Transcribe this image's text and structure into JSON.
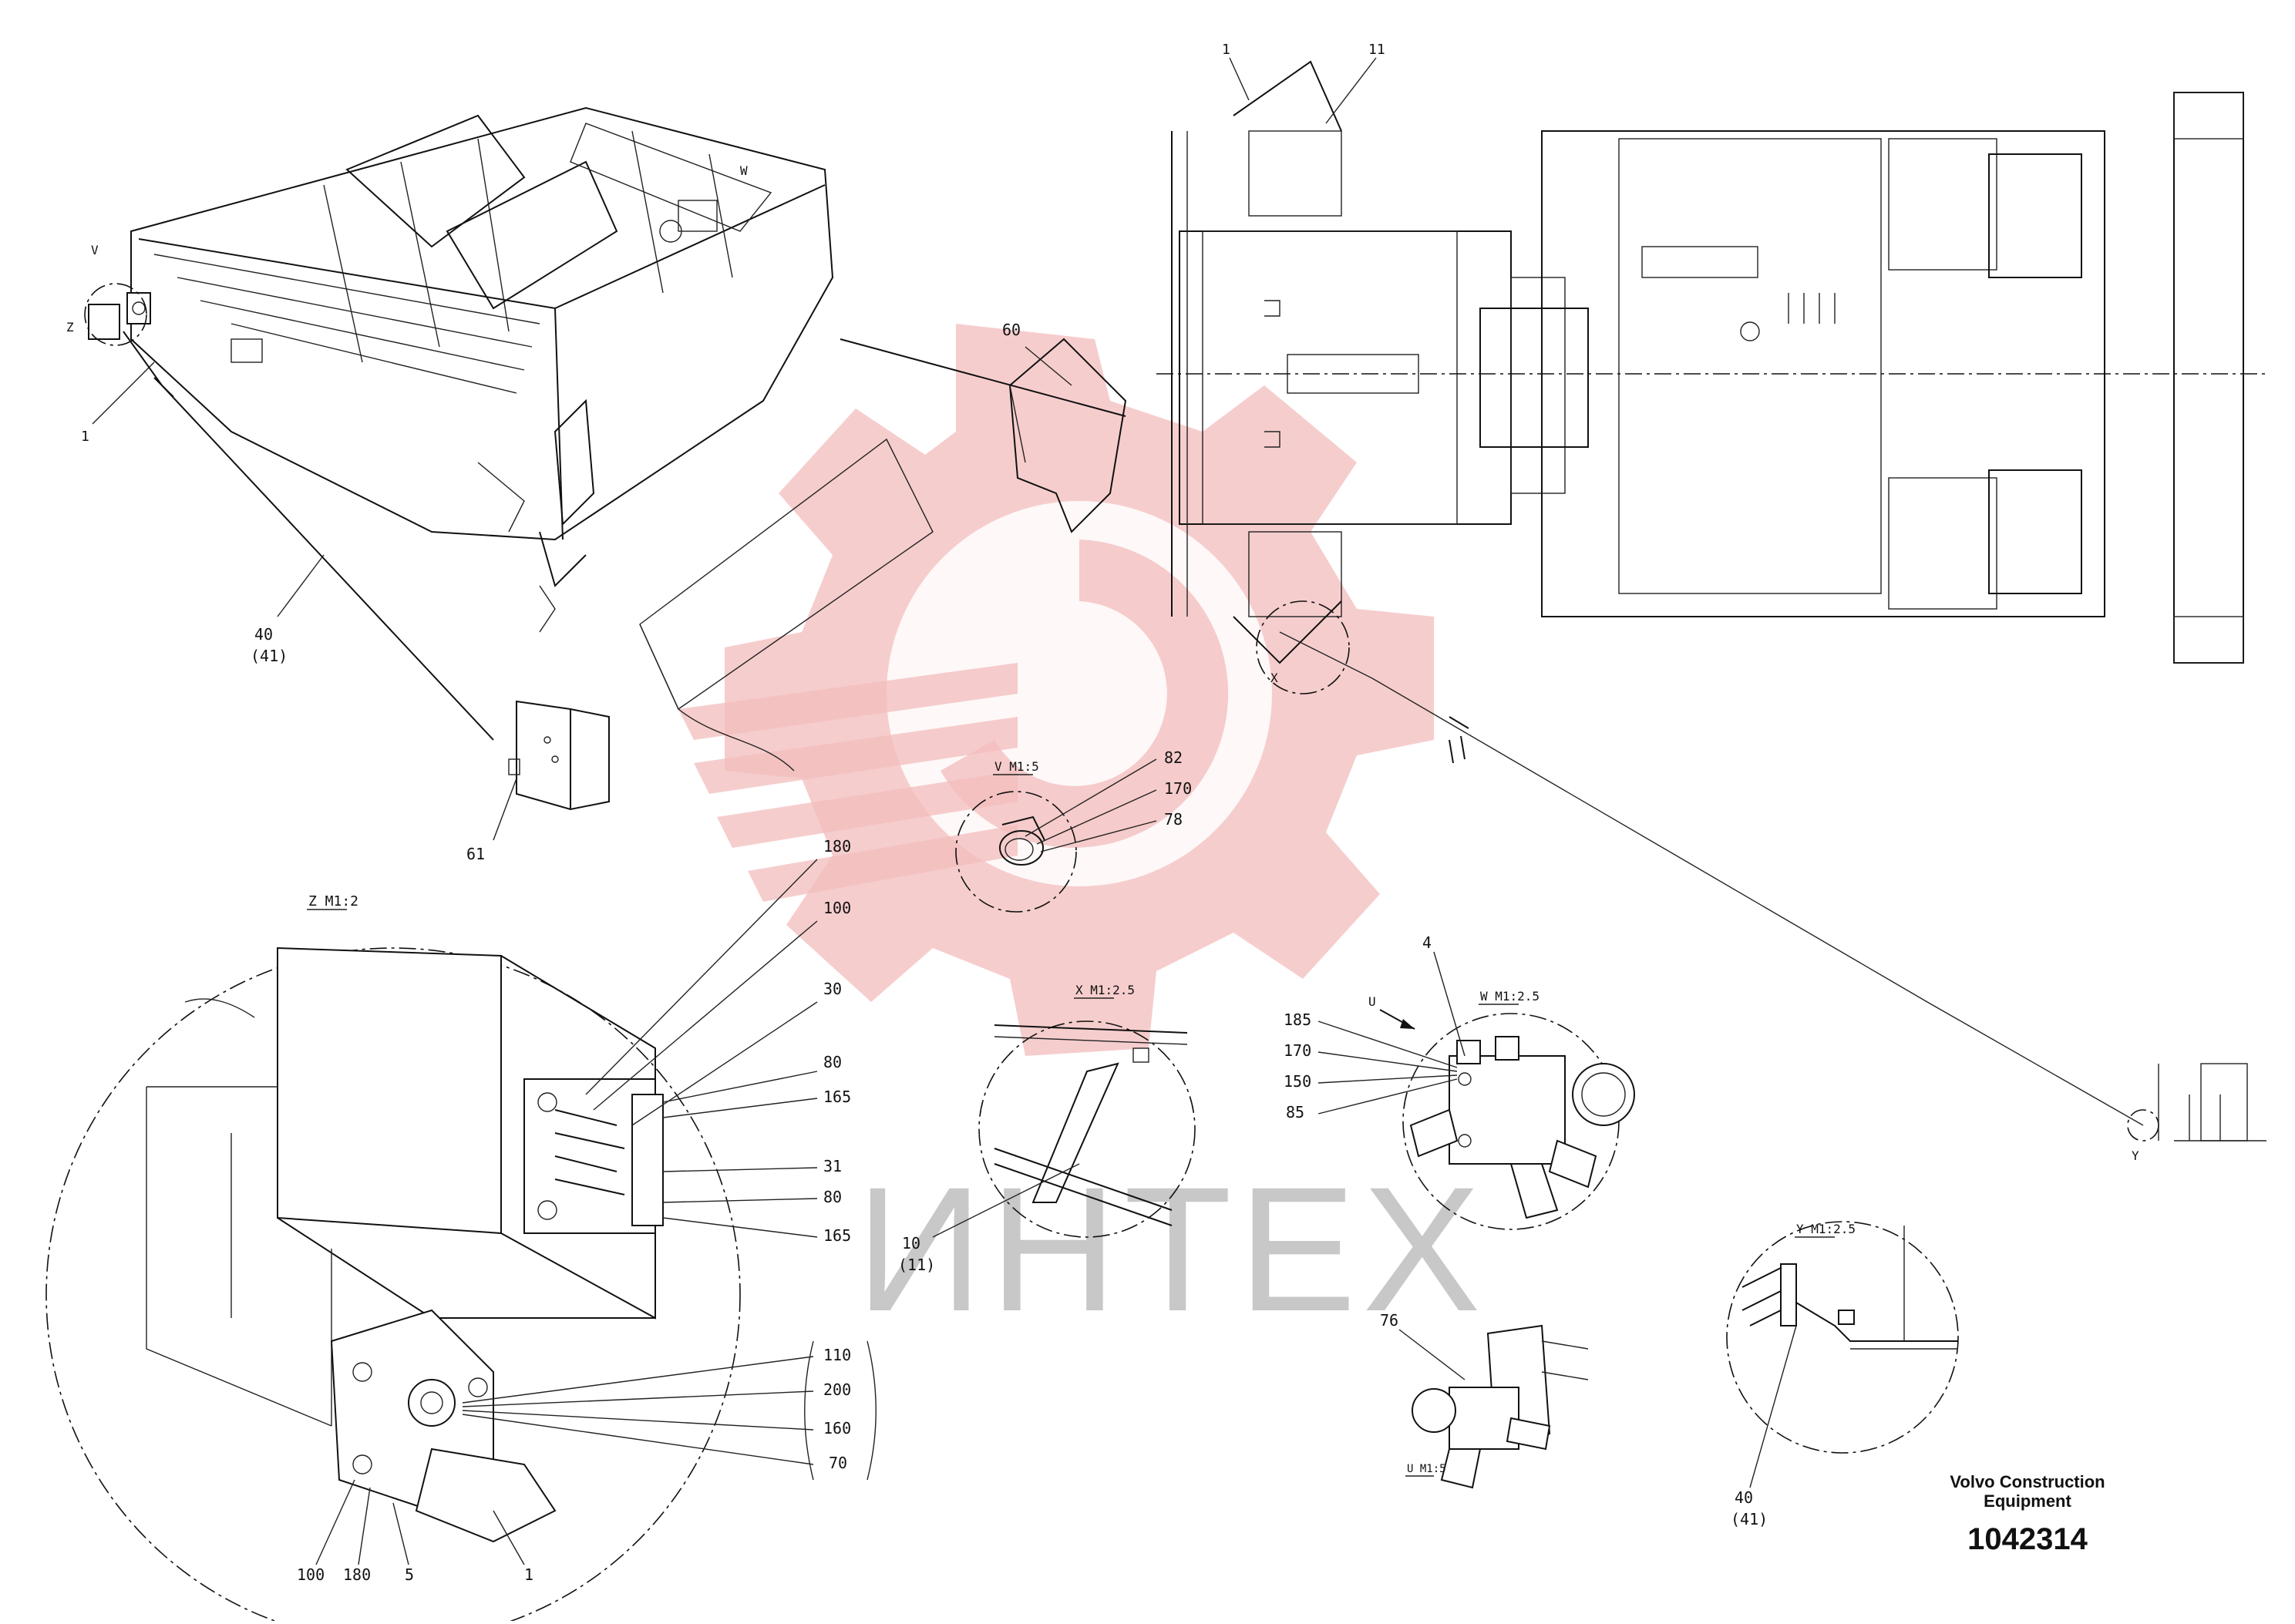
{
  "watermark": {
    "text": "ИНТЕХ",
    "gear_color": "#f3bcbc",
    "text_color": "#c8c8c8"
  },
  "title_block": {
    "company": "Volvo Construction Equipment",
    "company_line1": "Volvo Construction",
    "company_line2": "Equipment",
    "drawing_number": "1042314"
  },
  "view_labels": {
    "z": "Z M1:2",
    "v": "V M1:5",
    "x": "X M1:2.5",
    "w": "W M1:2.5",
    "y": "Y M1:2.5",
    "u": "U M1:5"
  },
  "callouts": {
    "iso_v": "V",
    "iso_w": "W",
    "iso_z": "Z",
    "iso_1": "1",
    "iso_40": "40",
    "iso_41": "(41)",
    "iso_60": "60",
    "iso_61": "61",
    "top_1": "1",
    "top_11": "11",
    "top_x": "X",
    "top_y": "Y",
    "v_82": "82",
    "v_170": "170",
    "v_78": "78",
    "z_180": "180",
    "z_100": "100",
    "z_30": "30",
    "z_80a": "80",
    "z_165a": "165",
    "z_31": "31",
    "z_80b": "80",
    "z_165b": "165",
    "z_110": "110",
    "z_200": "200",
    "z_160": "160",
    "z_70": "70",
    "z_100b": "100",
    "z_180b": "180",
    "z_5": "5",
    "z_1": "1",
    "x_10": "10",
    "x_11": "(11)",
    "w_4": "4",
    "w_u": "U",
    "w_185": "185",
    "w_170": "170",
    "w_150": "150",
    "w_85": "85",
    "u_76": "76",
    "y_40": "40",
    "y_41": "(41)"
  }
}
